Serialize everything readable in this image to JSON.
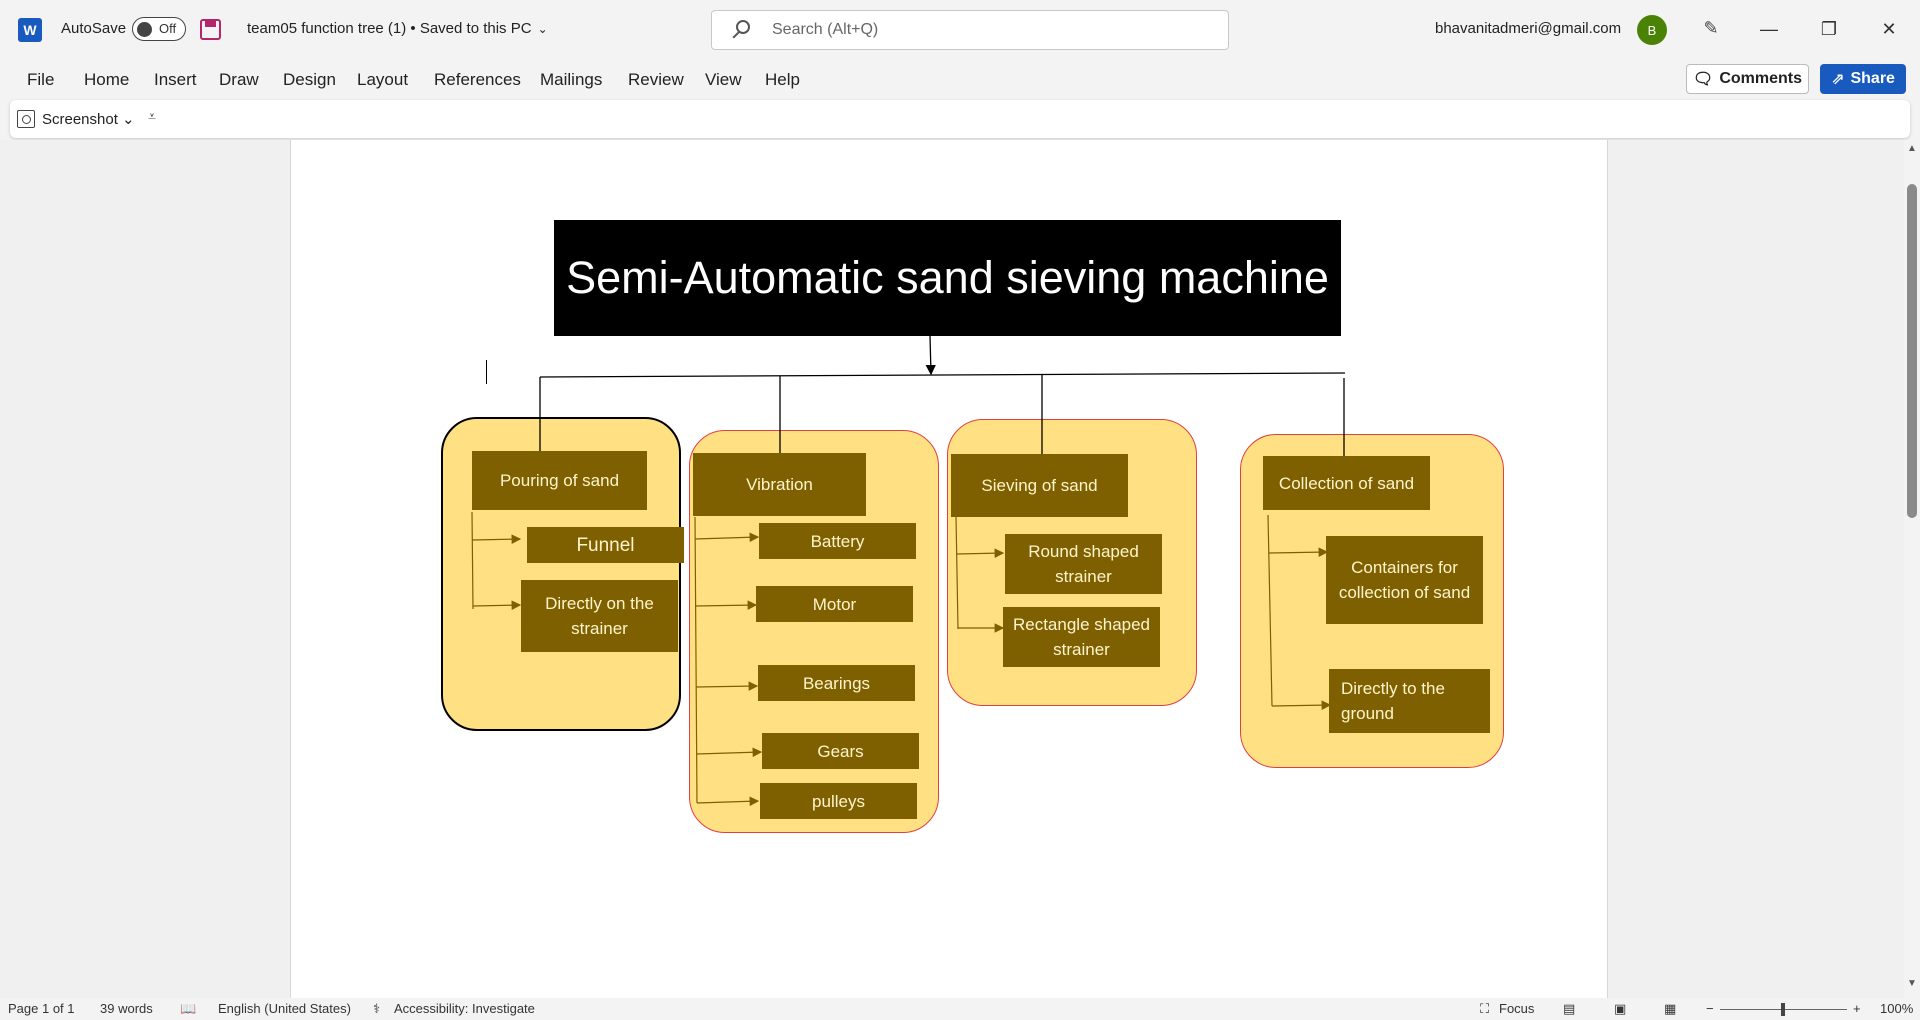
{
  "titlebar": {
    "app_icon": "word-icon",
    "autosave_label": "AutoSave",
    "autosave_state": "Off",
    "document_title": "team05 function tree (1) • Saved to this PC",
    "search_placeholder": "Search (Alt+Q)",
    "account_email": "bhavanitadmeri@gmail.com",
    "avatar_initial": "B"
  },
  "menu": {
    "items": [
      "File",
      "Home",
      "Insert",
      "Draw",
      "Design",
      "Layout",
      "References",
      "Mailings",
      "Review",
      "View",
      "Help"
    ],
    "comments_label": "Comments",
    "share_label": "Share"
  },
  "ribbon": {
    "screenshot_label": "Screenshot"
  },
  "diagram": {
    "title": "Semi-Automatic sand sieving machine",
    "groups": [
      {
        "heading": "Pouring of sand",
        "children": [
          "Funnel",
          "Directly on the strainer"
        ]
      },
      {
        "heading": "Vibration",
        "children": [
          "Battery",
          "Motor",
          "Bearings",
          "Gears",
          "pulleys"
        ]
      },
      {
        "heading": "Sieving of sand",
        "children": [
          "Round shaped strainer",
          "Rectangle shaped strainer"
        ]
      },
      {
        "heading": "Collection of sand",
        "children": [
          "Containers for collection of sand",
          "Directly to the ground"
        ]
      }
    ],
    "colors": {
      "title_bg": "#000000",
      "group_bg": "#ffe082",
      "node_bg": "#7f6000",
      "node_text": "#fff4cc",
      "group_border": "#e04040"
    }
  },
  "status": {
    "page": "Page 1 of 1",
    "words": "39 words",
    "language": "English (United States)",
    "accessibility": "Accessibility: Investigate",
    "focus": "Focus",
    "zoom": "100%"
  }
}
